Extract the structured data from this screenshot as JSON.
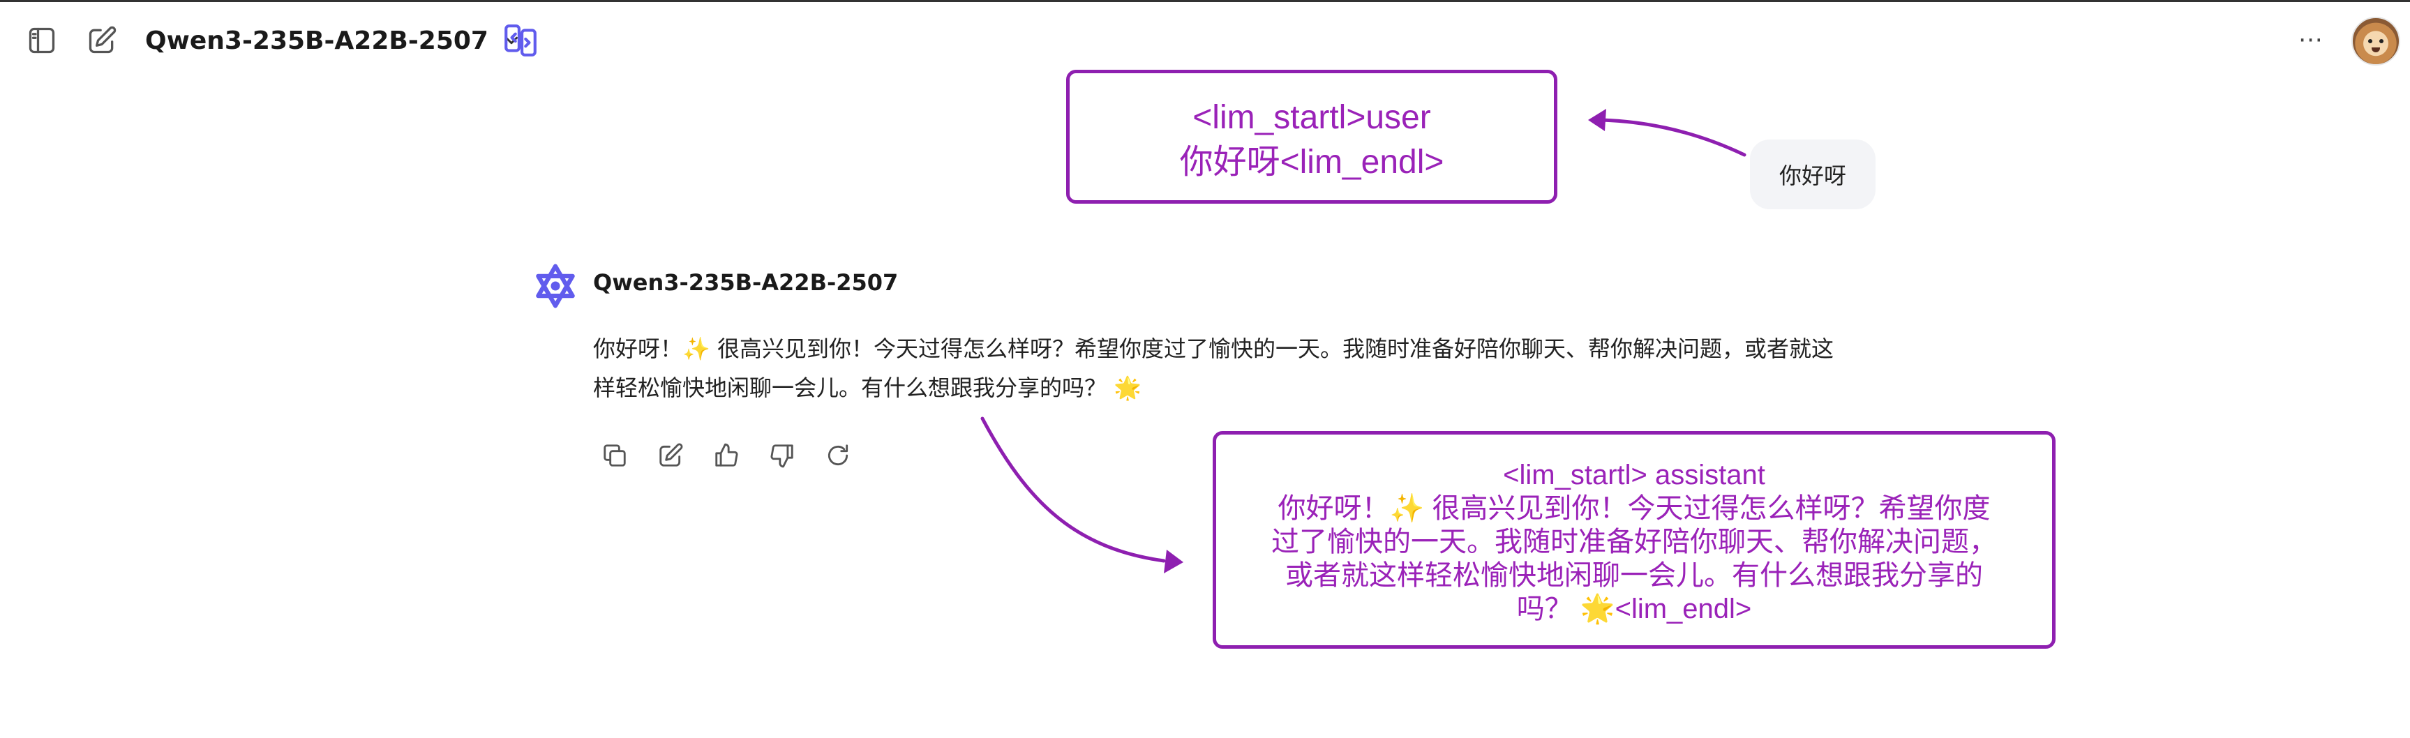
{
  "header": {
    "model_name": "Qwen3-235B-A22B-2507",
    "more_label": "···",
    "icons": [
      "sidebar-toggle-icon",
      "new-chat-icon",
      "chevron-down-icon",
      "split-view-icon",
      "more-icon"
    ]
  },
  "annotations": {
    "user_lines": [
      "<lim_startl>user",
      "你好呀<lim_endl>"
    ],
    "assistant_lines": [
      "<lim_startl> assistant",
      "你好呀！✨ 很高兴见到你！今天过得怎么样呀？希望你度",
      "过了愉快的一天。我随时准备好陪你聊天、帮你解决问题，",
      "或者就这样轻松愉快地闲聊一会儿。有什么想跟我分享的",
      "吗？ 🌟<lim_endl>"
    ],
    "color": "#8e1fb0"
  },
  "chat": {
    "user_message": "你好呀",
    "assistant_name": "Qwen3-235B-A22B-2507",
    "assistant_lines": [
      "你好呀！✨ 很高兴见到你！今天过得怎么样呀？希望你度过了愉快的一天。我随时准备好陪你聊天、帮你解决问题，或者就这",
      "样轻松愉快地闲聊一会儿。有什么想跟我分享的吗？ 🌟"
    ],
    "actions": [
      "copy-icon",
      "edit-icon",
      "thumbs-up-icon",
      "thumbs-down-icon",
      "regenerate-icon"
    ]
  },
  "colors": {
    "accent_purple": "#8e1fb0",
    "brand_indigo": "#615ced",
    "bubble_bg": "#f3f4f7"
  }
}
